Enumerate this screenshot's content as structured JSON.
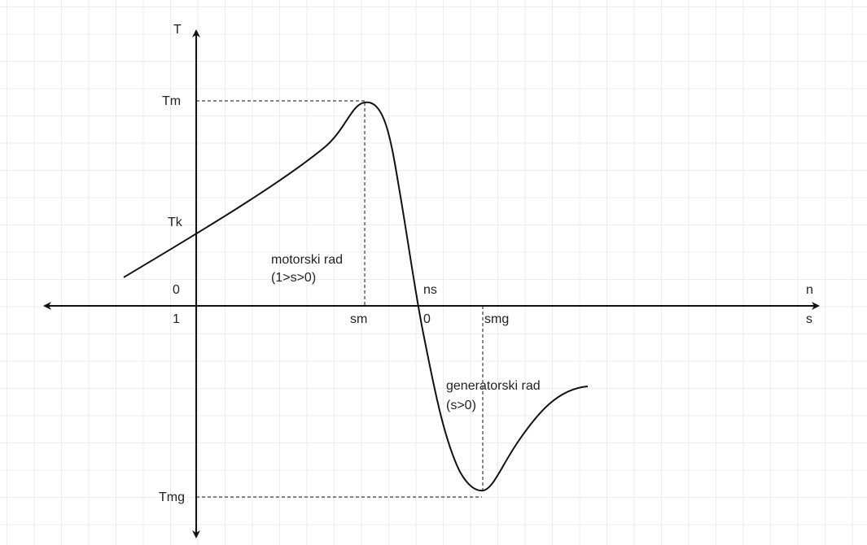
{
  "axes": {
    "vertical_label": "T",
    "horizontal_label_top": "n",
    "horizontal_label_bottom": "s"
  },
  "labels": {
    "t_max": "Tm",
    "t_start": "Tk",
    "t_max_generator": "Tmg",
    "origin_n": "0",
    "origin_s": "1",
    "ns": "ns",
    "s_zero": "0",
    "s_max": "sm",
    "s_max_generator": "smg"
  },
  "annotations": {
    "motor_line1": "motorski rad",
    "motor_line2": "(1>s>0)",
    "generator_line1": "generatorski rad",
    "generator_line2": "(s>0)"
  },
  "colors": {
    "line": "#111111",
    "grid": "#ececec",
    "text": "#222222"
  }
}
